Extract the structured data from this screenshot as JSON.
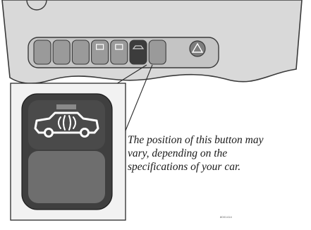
{
  "caption": {
    "lines": [
      "The position of this button may",
      "vary, depending on the",
      "specifications of your car."
    ]
  },
  "figure_code": "8001414",
  "panel": {
    "buttons": [
      {
        "name": "panel-button-1",
        "icon": "none"
      },
      {
        "name": "panel-button-2",
        "icon": "none"
      },
      {
        "name": "panel-button-3",
        "icon": "none"
      },
      {
        "name": "panel-button-4",
        "icon": "small-symbol"
      },
      {
        "name": "panel-button-5",
        "icon": "small-symbol"
      },
      {
        "name": "alarm-sensor-button",
        "icon": "car-sensor-icon",
        "highlighted": true
      },
      {
        "name": "panel-button-7",
        "icon": "none"
      }
    ],
    "hazard_icon": "hazard-triangle-icon"
  },
  "colors": {
    "panel_fill": "#d9d9d9",
    "panel_edge": "#3a3a3a",
    "button_fill": "#9a9a9a",
    "button_dark": "#3c3c3c",
    "callout_box": "#f2f2f2",
    "zoom_button_top": "#4a4a4a",
    "zoom_button_bottom": "#6e6e6e",
    "icon_white": "#ffffff"
  }
}
